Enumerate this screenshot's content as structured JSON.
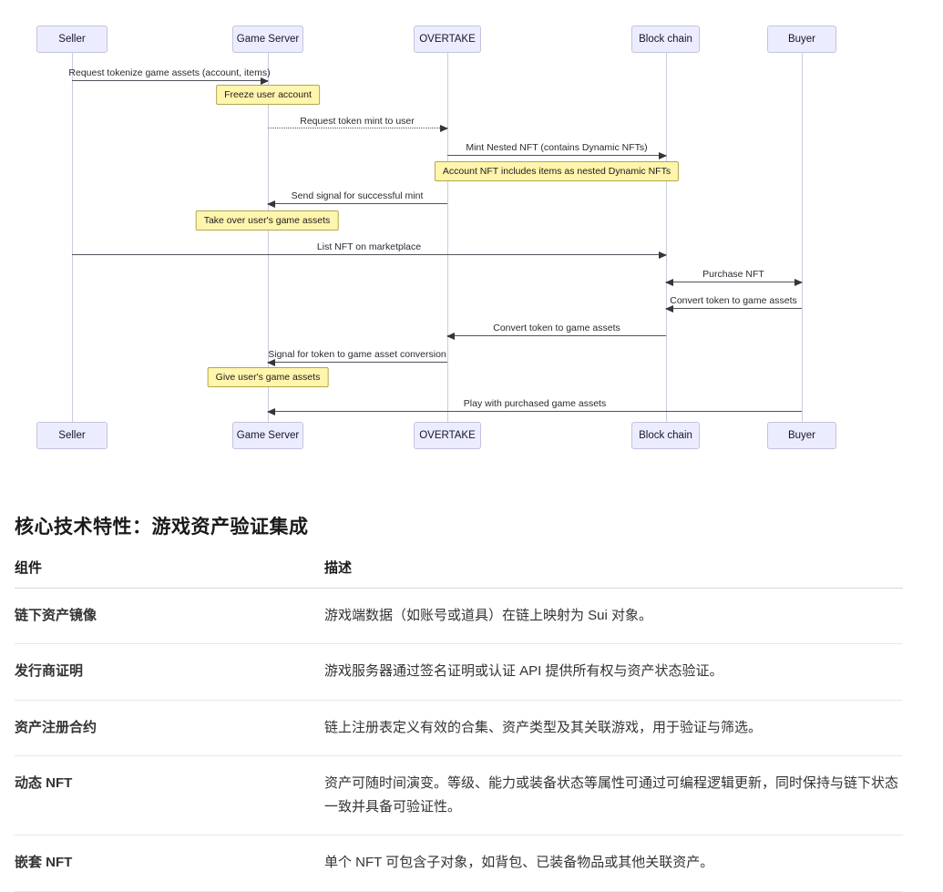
{
  "diagram": {
    "actors": [
      {
        "label": "Seller"
      },
      {
        "label": "Game Server"
      },
      {
        "label": "OVERTAKE"
      },
      {
        "label": "Block chain"
      },
      {
        "label": "Buyer"
      }
    ],
    "messages": [
      {
        "label": "Request tokenize game assets (account, items)",
        "from": "Seller",
        "to": "Game Server",
        "style": "solid"
      },
      {
        "label": "Request token mint to user",
        "from": "Game Server",
        "to": "OVERTAKE",
        "style": "dotted"
      },
      {
        "label": "Mint Nested NFT (contains Dynamic NFTs)",
        "from": "OVERTAKE",
        "to": "Block chain",
        "style": "solid"
      },
      {
        "label": "Send signal for successful mint",
        "from": "OVERTAKE",
        "to": "Game Server",
        "style": "solid"
      },
      {
        "label": "List NFT on marketplace",
        "from": "Seller",
        "to": "Block chain",
        "style": "solid"
      },
      {
        "label": "Purchase NFT",
        "from": "Buyer",
        "to": "Block chain",
        "style": "solid-bidirectional"
      },
      {
        "label": "Convert token to game assets",
        "from": "Buyer",
        "to": "Block chain",
        "style": "solid"
      },
      {
        "label": "Convert token to game assets",
        "from": "Block chain",
        "to": "OVERTAKE",
        "style": "solid"
      },
      {
        "label": "Signal for token to game asset conversion",
        "from": "OVERTAKE",
        "to": "Game Server",
        "style": "solid"
      },
      {
        "label": "Play with purchased game assets",
        "from": "Buyer",
        "to": "Game Server",
        "style": "solid"
      }
    ],
    "notes": [
      {
        "label": "Freeze user account",
        "over": "Game Server"
      },
      {
        "label": "Account NFT includes items as nested Dynamic NFTs",
        "over": "OVERTAKE / Block chain"
      },
      {
        "label": "Take over user's game assets",
        "over": "Game Server"
      },
      {
        "label": "Give user's game assets",
        "over": "Game Server"
      }
    ],
    "colors": {
      "actor_fill": "#ECECFF",
      "actor_border": "#c3c3e0",
      "note_fill": "#FFF5AD",
      "note_border": "#b1a84e",
      "line": "#52525b",
      "lifeline": "#cbcbdf"
    }
  },
  "section": {
    "heading": "核心技术特性：游戏资产验证集成",
    "table": {
      "headers": [
        "组件",
        "描述"
      ],
      "rows": [
        {
          "component": "链下资产镜像",
          "description": "游戏端数据（如账号或道具）在链上映射为 Sui 对象。"
        },
        {
          "component": "发行商证明",
          "description": "游戏服务器通过签名证明或认证 API 提供所有权与资产状态验证。"
        },
        {
          "component": "资产注册合约",
          "description": "链上注册表定义有效的合集、资产类型及其关联游戏，用于验证与筛选。"
        },
        {
          "component": "动态 NFT",
          "description": "资产可随时间演变。等级、能力或装备状态等属性可通过可编程逻辑更新，同时保持与链下状态一致并具备可验证性。"
        },
        {
          "component": "嵌套 NFT",
          "description": "单个 NFT 可包含子对象，如背包、已装备物品或其他关联资产。"
        }
      ]
    }
  }
}
